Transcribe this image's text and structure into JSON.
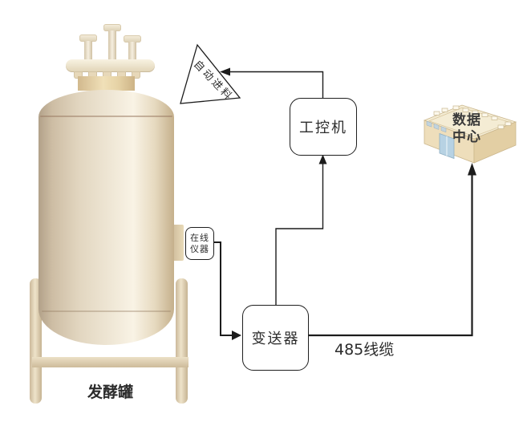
{
  "diagram_type": "flow",
  "background": "#ffffff",
  "nodes": {
    "fermenter": {
      "label": "发酵罐"
    },
    "feed_funnel": {
      "label": "自动进料"
    },
    "online_instrument": {
      "line1": "在线",
      "line2": "仪器"
    },
    "ipc": {
      "label": "工控机"
    },
    "transmitter": {
      "label": "变送器"
    },
    "data_center": {
      "line1": "数据",
      "line2": "中心"
    }
  },
  "edges": [
    {
      "from": "online_instrument",
      "to": "transmitter",
      "label": ""
    },
    {
      "from": "transmitter",
      "to": "ipc",
      "label": ""
    },
    {
      "from": "ipc",
      "to": "feed_funnel",
      "label": ""
    },
    {
      "from": "transmitter",
      "to": "data_center",
      "label": "485线缆"
    }
  ],
  "colors": {
    "line": "#1c1c1c",
    "text": "#2d2d2d",
    "tank_base": "#e9ddc5",
    "tank_highlight": "#f9f3e5",
    "tank_shadow": "#b2a189",
    "building_wall": "#eedebb",
    "building_roof": "#f4ecd4",
    "building_side": "#e3cfa4",
    "building_door": "#b7d2e3"
  }
}
